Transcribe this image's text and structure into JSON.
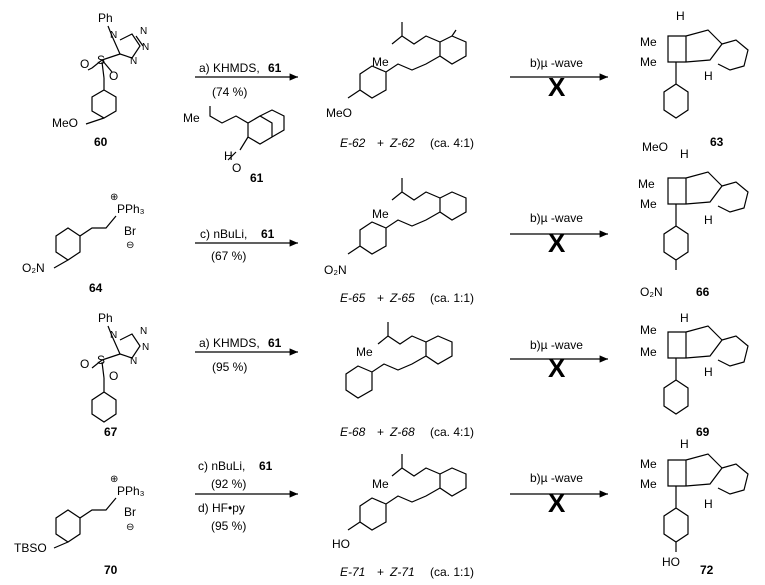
{
  "rows": [
    {
      "sm_id": "60",
      "sm_sub": "MeO",
      "sm_top1": "Ph",
      "sm_s": "S",
      "sm_o": "O",
      "step_label": "a) KHMDS,",
      "step_ref": "61",
      "yield": "(74 %)",
      "prod_left": "E-62",
      "prod_right": "Z-62",
      "ratio": "(ca. 4:1)",
      "prod_sub": "MeO",
      "prod_me": "Me",
      "uw": "b)µ -wave",
      "blocked": "X",
      "target_id": "63",
      "target_sub": "MeO",
      "target_me1": "Me",
      "target_me2": "Me",
      "h1": "H",
      "h2": "H"
    },
    {
      "sm_id": "64",
      "sm_sub": "O₂N",
      "sm_ph3": "PPh₃",
      "sm_plus": "⊕",
      "sm_br": "Br",
      "sm_minus": "⊖",
      "step_label": "c) nBuLi,",
      "step_ref": "61",
      "yield": "(67 %)",
      "prod_left": "E-65",
      "prod_right": "Z-65",
      "ratio": "(ca. 1:1)",
      "prod_sub": "O₂N",
      "prod_me": "Me",
      "uw": "b)µ -wave",
      "blocked": "X",
      "target_id": "66",
      "target_sub": "O₂N",
      "target_me1": "Me",
      "target_me2": "Me",
      "h1": "H",
      "h2": "H"
    },
    {
      "sm_id": "67",
      "sm_top1": "Ph",
      "sm_s": "S",
      "sm_o": "O",
      "step_label": "a) KHMDS,",
      "step_ref": "61",
      "yield": "(95 %)",
      "prod_left": "E-68",
      "prod_right": "Z-68",
      "ratio": "(ca. 4:1)",
      "prod_me": "Me",
      "uw": "b)µ -wave",
      "blocked": "X",
      "target_id": "69",
      "target_me1": "Me",
      "target_me2": "Me",
      "h1": "H",
      "h2": "H"
    },
    {
      "sm_id": "70",
      "sm_sub": "TBSO",
      "sm_ph3": "PPh₃",
      "sm_plus": "⊕",
      "sm_br": "Br",
      "sm_minus": "⊖",
      "step_label": "c) nBuLi,",
      "step_ref": "61",
      "yield": "(92 %)",
      "step2_label": "d) HF•py",
      "yield2": "(95 %)",
      "prod_left": "E-71",
      "prod_right": "Z-71",
      "ratio": "(ca. 1:1)",
      "prod_sub": "HO",
      "prod_me": "Me",
      "uw": "b)µ -wave",
      "blocked": "X",
      "target_id": "72",
      "target_sub": "HO",
      "target_me1": "Me",
      "target_me2": "Me",
      "h1": "H",
      "h2": "H"
    }
  ],
  "aldehyde": {
    "id": "61",
    "me": "Me",
    "h": "H",
    "o": "O"
  }
}
